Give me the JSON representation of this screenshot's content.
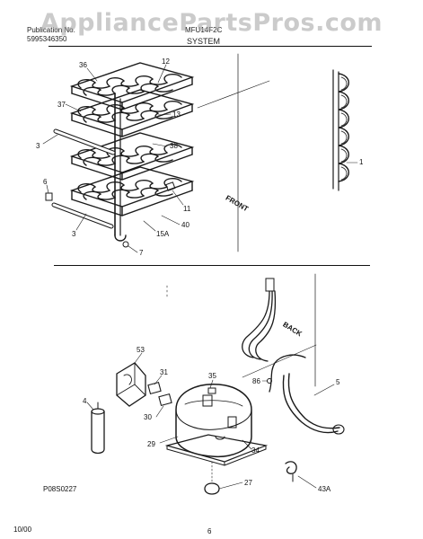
{
  "header": {
    "line1_left": "Publication No.",
    "line1_model": "MFU14F2C",
    "line2_left": "5995346350",
    "line2_title": "SYSTEM"
  },
  "watermark": "AppliancePartsPros.com",
  "upper_callouts": [
    "36",
    "12",
    "37",
    "13",
    "3",
    "38",
    "1",
    "6",
    "11",
    "40",
    "3",
    "15A",
    "7"
  ],
  "upper_labels": {
    "front": "FRONT"
  },
  "lower_callouts": [
    "53",
    "31",
    "35",
    "4",
    "30",
    "86",
    "5",
    "29",
    "34",
    "27",
    "43A"
  ],
  "lower_labels": {
    "back": "BACK"
  },
  "figure_code": "P08S0227",
  "footer": {
    "date": "10/00",
    "page": "6"
  }
}
